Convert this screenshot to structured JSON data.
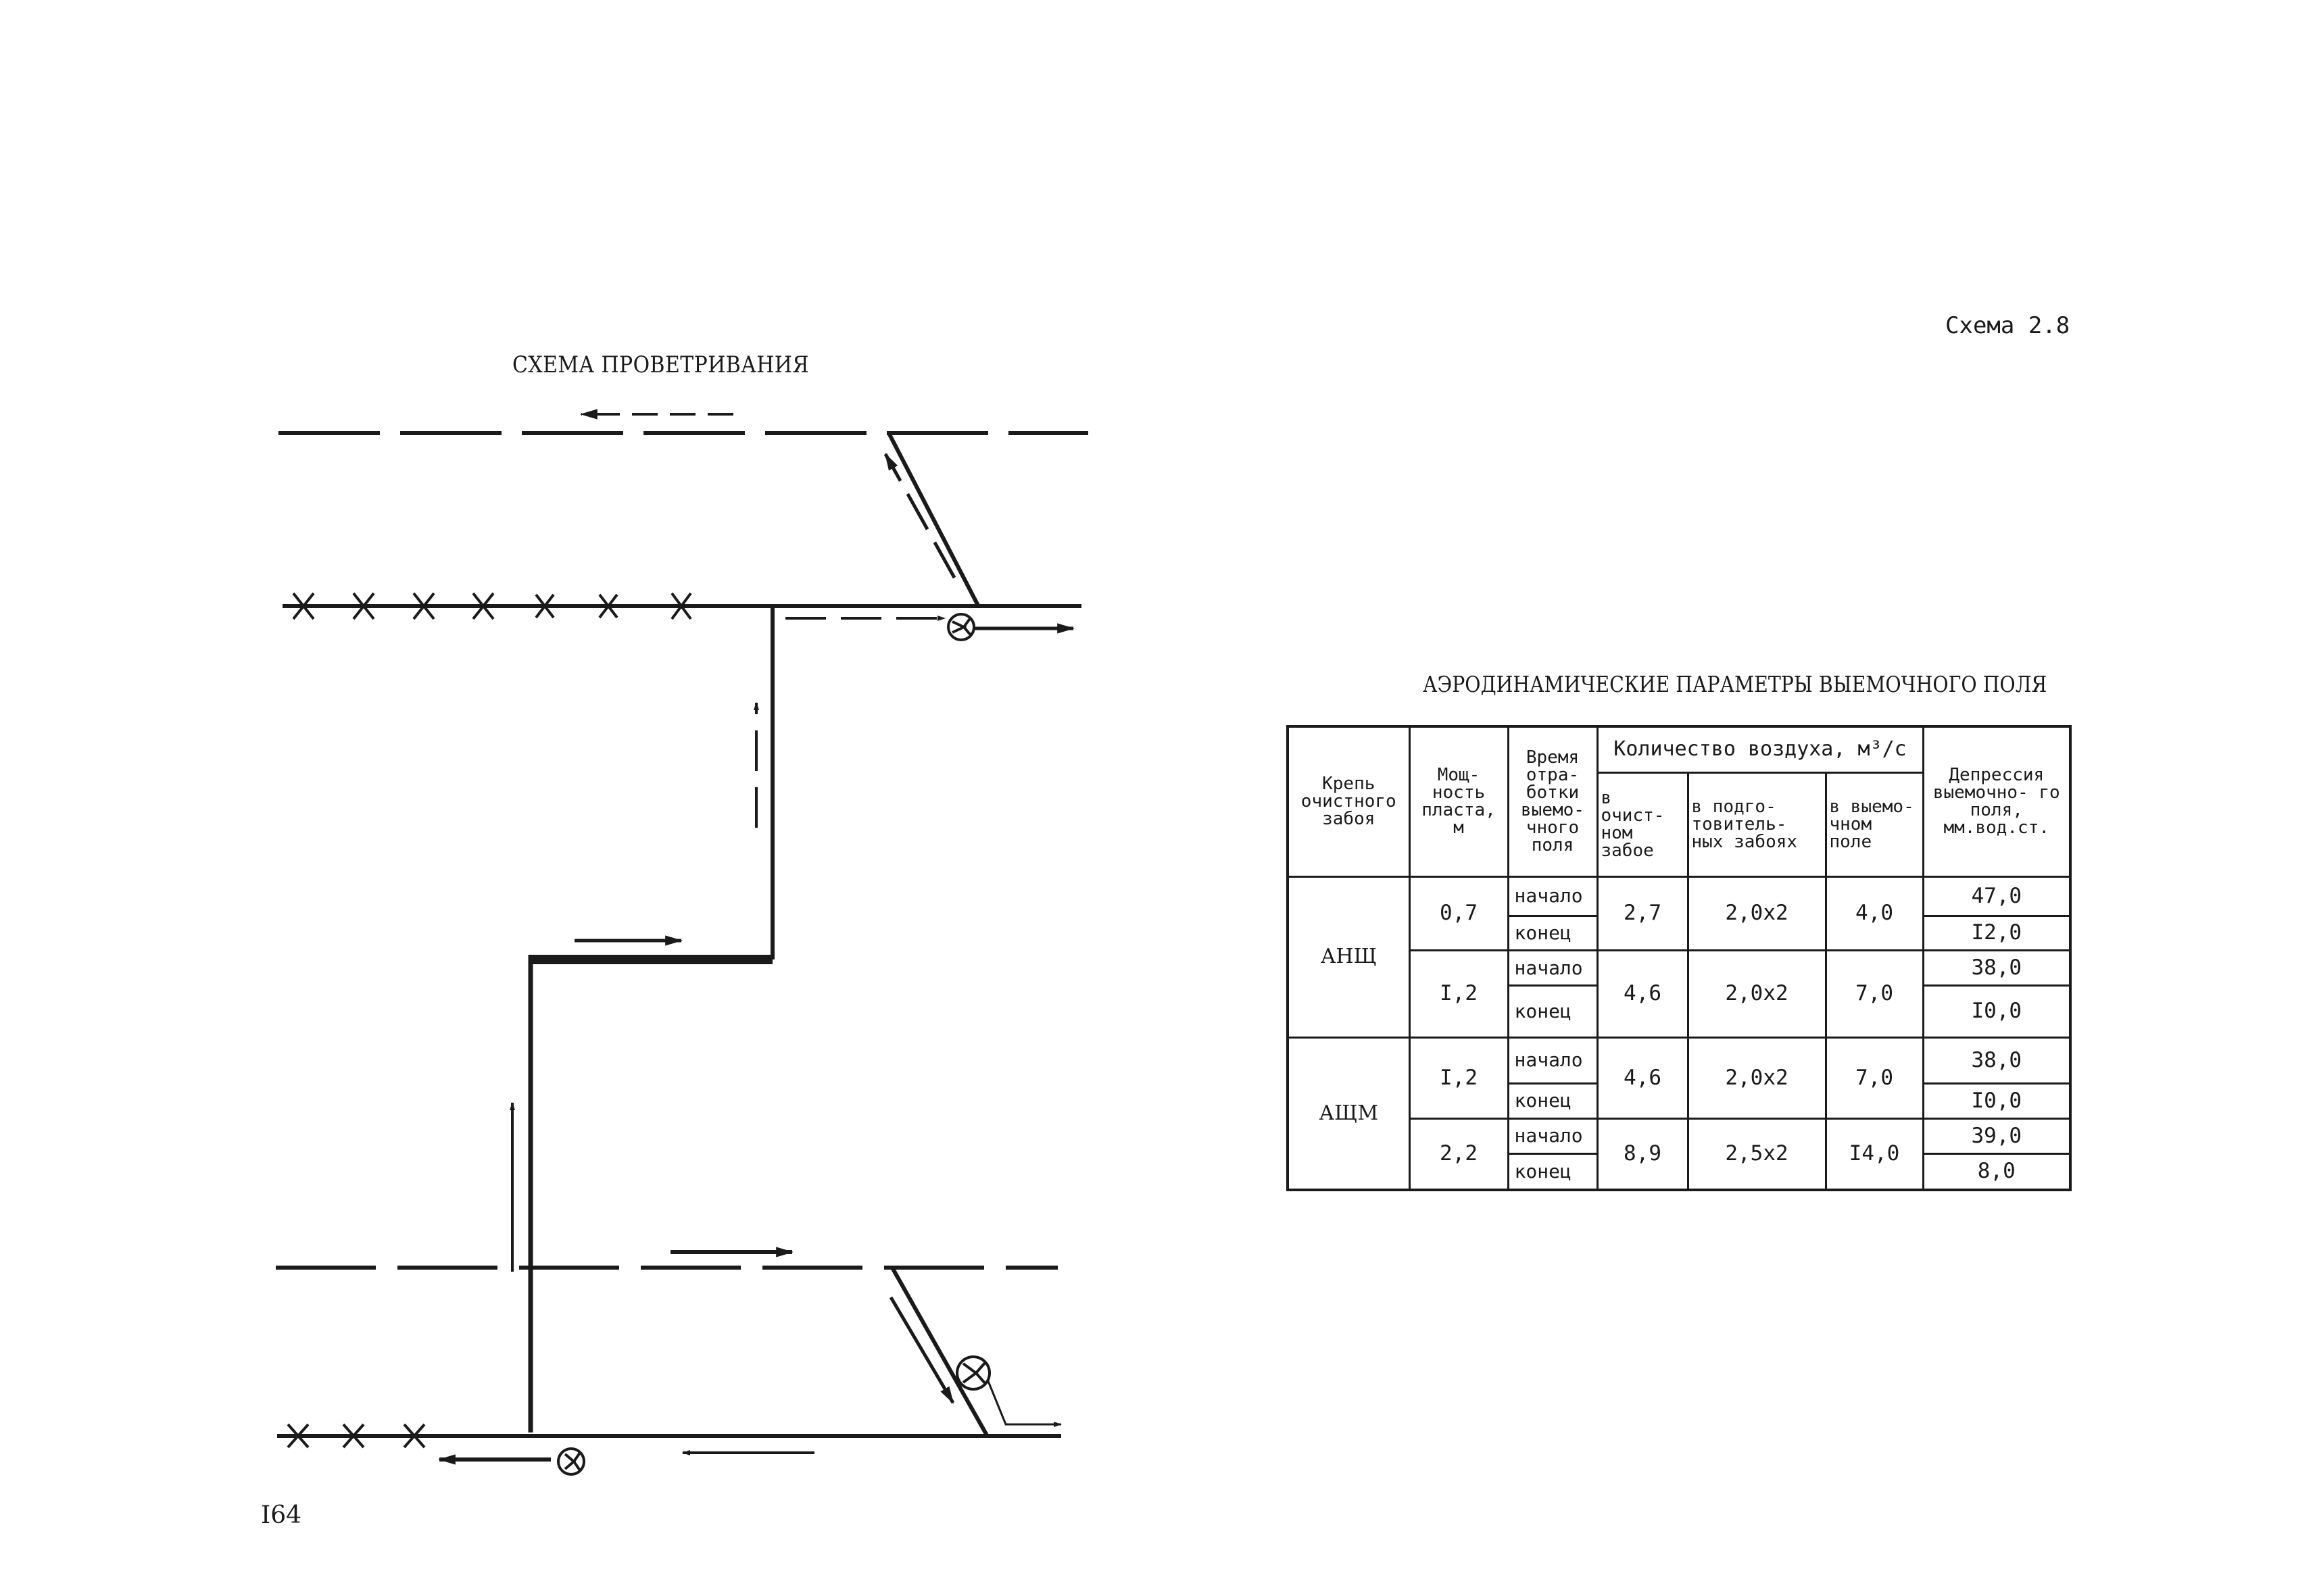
{
  "scheme_label": "Схема 2.8",
  "diagram_title": "СХЕМА ПРОВЕТРИВАНИЯ",
  "table_title": "АЭРОДИНАМИЧЕСКИЕ ПАРАМЕТРЫ ВЫЕМОЧНОГО ПОЛЯ",
  "page_number": "I64",
  "table": {
    "headers": {
      "support": "Крепь очистного забоя",
      "thickness": "Мощ- ность пласта, м",
      "time": "Время отра- ботки выемо- чного поля",
      "air_group": "Количество воздуха, м³/с",
      "air_face": "в очист- ном забое",
      "air_prep": "в подго- товитель- ных забоях",
      "air_field": "в выемо- чном поле",
      "depression": "Депрессия выемочно- го поля, мм.вод.ст."
    },
    "groups": [
      {
        "support": "АНЩ",
        "rows": [
          {
            "thickness": "0,7",
            "air_face": "2,7",
            "air_prep": "2,0х2",
            "air_field": "4,0",
            "stages": [
              {
                "time": "начало",
                "depression": "47,0"
              },
              {
                "time": "конец",
                "depression": "I2,0"
              }
            ]
          },
          {
            "thickness": "I,2",
            "air_face": "4,6",
            "air_prep": "2,0х2",
            "air_field": "7,0",
            "stages": [
              {
                "time": "начало",
                "depression": "38,0"
              },
              {
                "time": "конец",
                "depression": "I0,0"
              }
            ]
          }
        ]
      },
      {
        "support": "АЩМ",
        "rows": [
          {
            "thickness": "I,2",
            "air_face": "4,6",
            "air_prep": "2,0х2",
            "air_field": "7,0",
            "stages": [
              {
                "time": "начало",
                "depression": "38,0"
              },
              {
                "time": "конец",
                "depression": "I0,0"
              }
            ]
          },
          {
            "thickness": "2,2",
            "air_face": "8,9",
            "air_prep": "2,5х2",
            "air_field": "I4,0",
            "stages": [
              {
                "time": "начало",
                "depression": "39,0"
              },
              {
                "time": "конец",
                "depression": "8,0"
              }
            ]
          }
        ]
      }
    ]
  }
}
